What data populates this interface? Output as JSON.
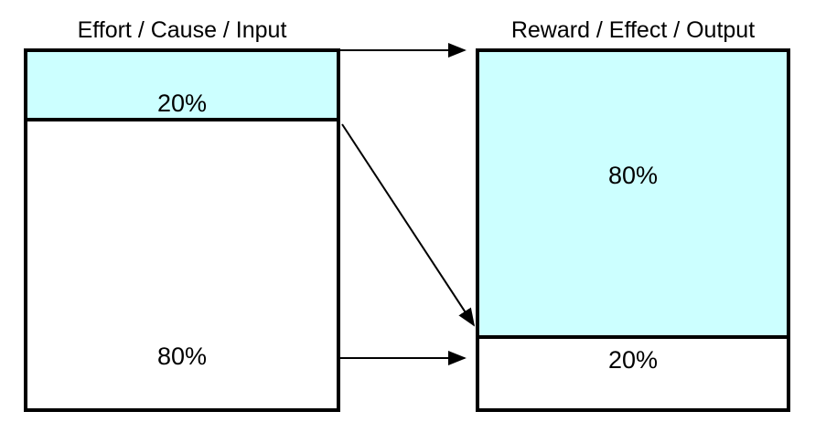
{
  "left": {
    "title": "Effort / Cause / Input",
    "top_segment": "20%",
    "bottom_segment": "80%"
  },
  "right": {
    "title": "Reward / Effect / Output",
    "top_segment": "80%",
    "bottom_segment": "20%"
  },
  "colors": {
    "highlight": "#ccffff",
    "border": "#000000",
    "background": "#ffffff"
  }
}
